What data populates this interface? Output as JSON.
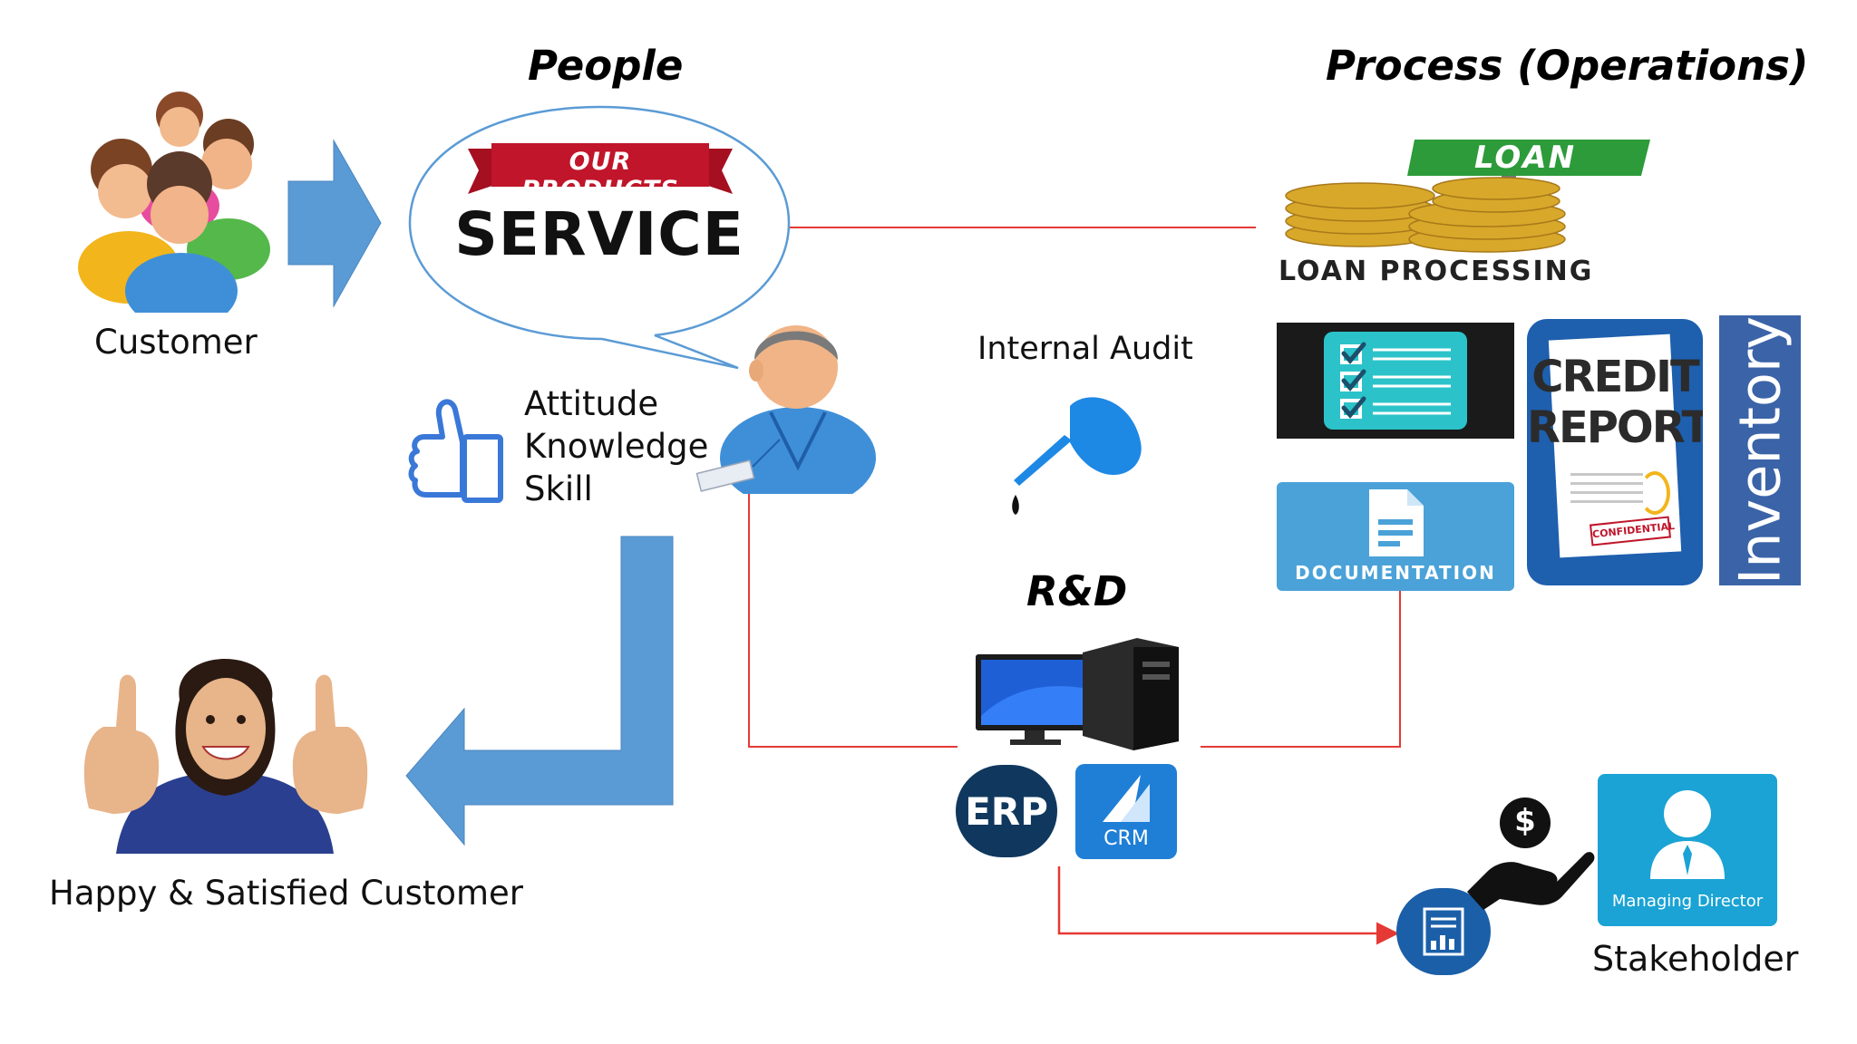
{
  "headings": {
    "people": "People",
    "process": "Process (Operations)",
    "rd": "R&D"
  },
  "labels": {
    "customer": "Customer",
    "happy_customer": "Happy & Satisfied Customer",
    "internal_audit": "Internal Audit",
    "stakeholder": "Stakeholder",
    "skills": [
      "Attitude",
      "Knowledge",
      "Skill"
    ]
  },
  "bubble": {
    "banner": "OUR PRODUCTS",
    "service": "SERVICE"
  },
  "tiles": {
    "loan_sign": "LOAN",
    "loan_processing": "LOAN PROCESSING",
    "credit_line1": "CREDIT",
    "credit_line2": "REPORT",
    "confidential": "CONFIDENTIAL",
    "documentation": "DOCUMENTATION",
    "inventory": "Inventory",
    "erp": "ERP",
    "crm": "CRM",
    "managing_director": "Managing Director",
    "dollar": "$"
  },
  "colors": {
    "arrow_blue": "#5b9bd5",
    "connector_red": "#e53935",
    "dark_navy": "#10385e",
    "crm_blue": "#1f7fd6",
    "teal": "#1aa3d4",
    "inventory_blue": "#3b63a8",
    "banner_red": "#c0152a"
  }
}
